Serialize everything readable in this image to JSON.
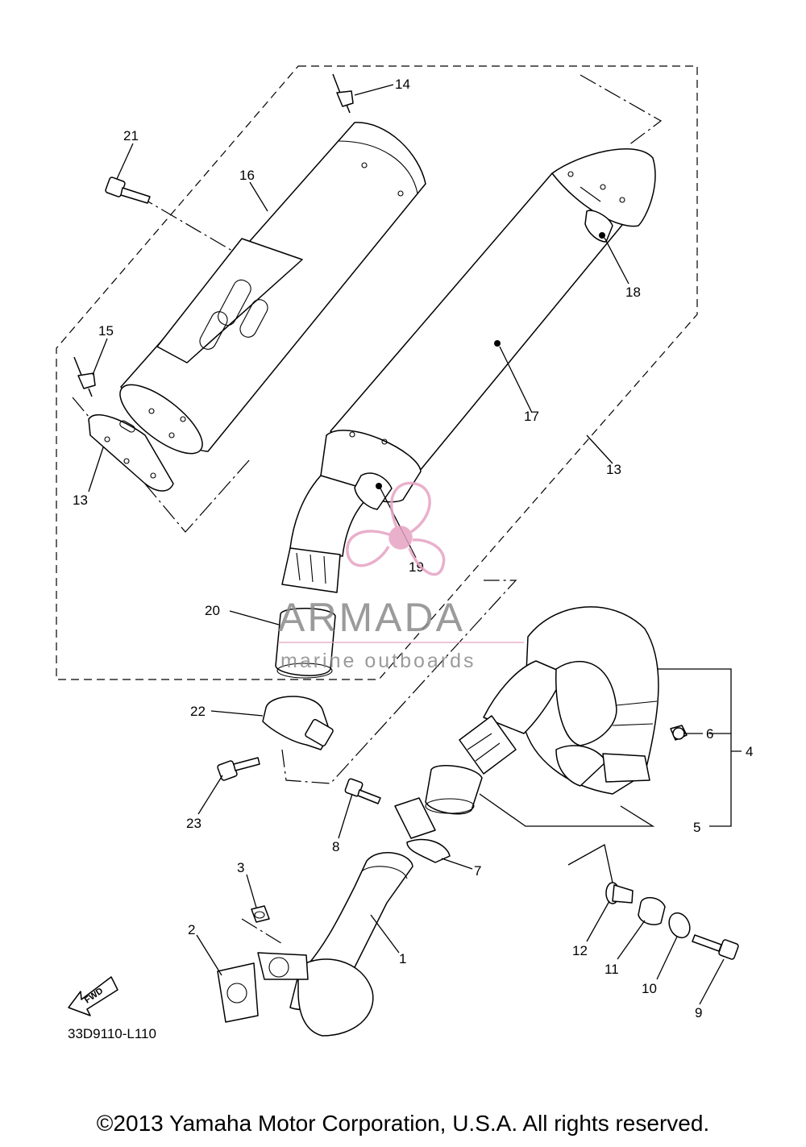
{
  "diagram": {
    "code": "33D9110-L110",
    "fwd_label": "FWD",
    "callouts": [
      "1",
      "2",
      "3",
      "4",
      "5",
      "6",
      "7",
      "8",
      "9",
      "10",
      "11",
      "12",
      "13",
      "14",
      "15",
      "15",
      "16",
      "17",
      "18",
      "19",
      "20",
      "21",
      "22",
      "23"
    ]
  },
  "watermark": {
    "brand": "ARMADA",
    "tagline": "marine outboards",
    "color": "#e6a3c4",
    "text_color": "#8a8a8a"
  },
  "footer": {
    "copyright": "©2013 Yamaha Motor Corporation, U.S.A. All rights reserved."
  }
}
